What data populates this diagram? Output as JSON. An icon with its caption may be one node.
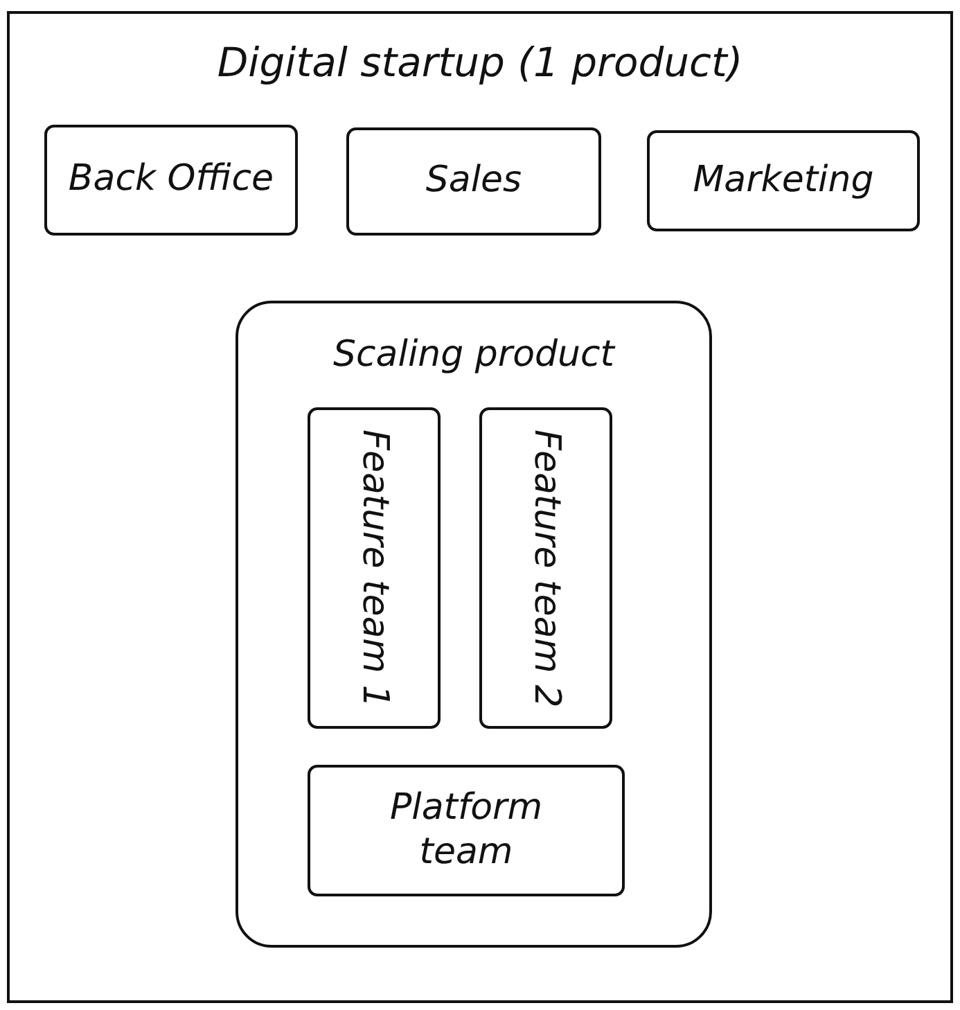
{
  "diagram": {
    "nodes": [
      {
        "text": [
          "Digital startup (1 product)"
        ]
      },
      {
        "text": [
          "Back Office"
        ],
        "in": 0
      },
      {
        "text": [
          "Sales"
        ],
        "in": 0
      },
      {
        "text": [
          "Marketing"
        ],
        "in": 0
      },
      {
        "text": [
          "Scaling product"
        ],
        "in": 0
      },
      {
        "text": [
          "Feature team 1"
        ],
        "in": 4
      },
      {
        "text": [
          "Feature team 2"
        ],
        "in": 4
      },
      {
        "text": [
          "Platform team"
        ],
        "in": 4
      }
    ]
  }
}
